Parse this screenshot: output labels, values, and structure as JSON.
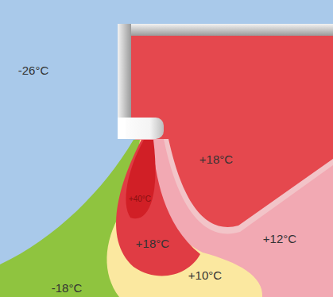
{
  "diagram": {
    "labels": [
      "-26°C",
      "+18°C",
      "+40°C",
      "+18°C",
      "+12°C",
      "+10°C",
      "-18°C"
    ]
  }
}
